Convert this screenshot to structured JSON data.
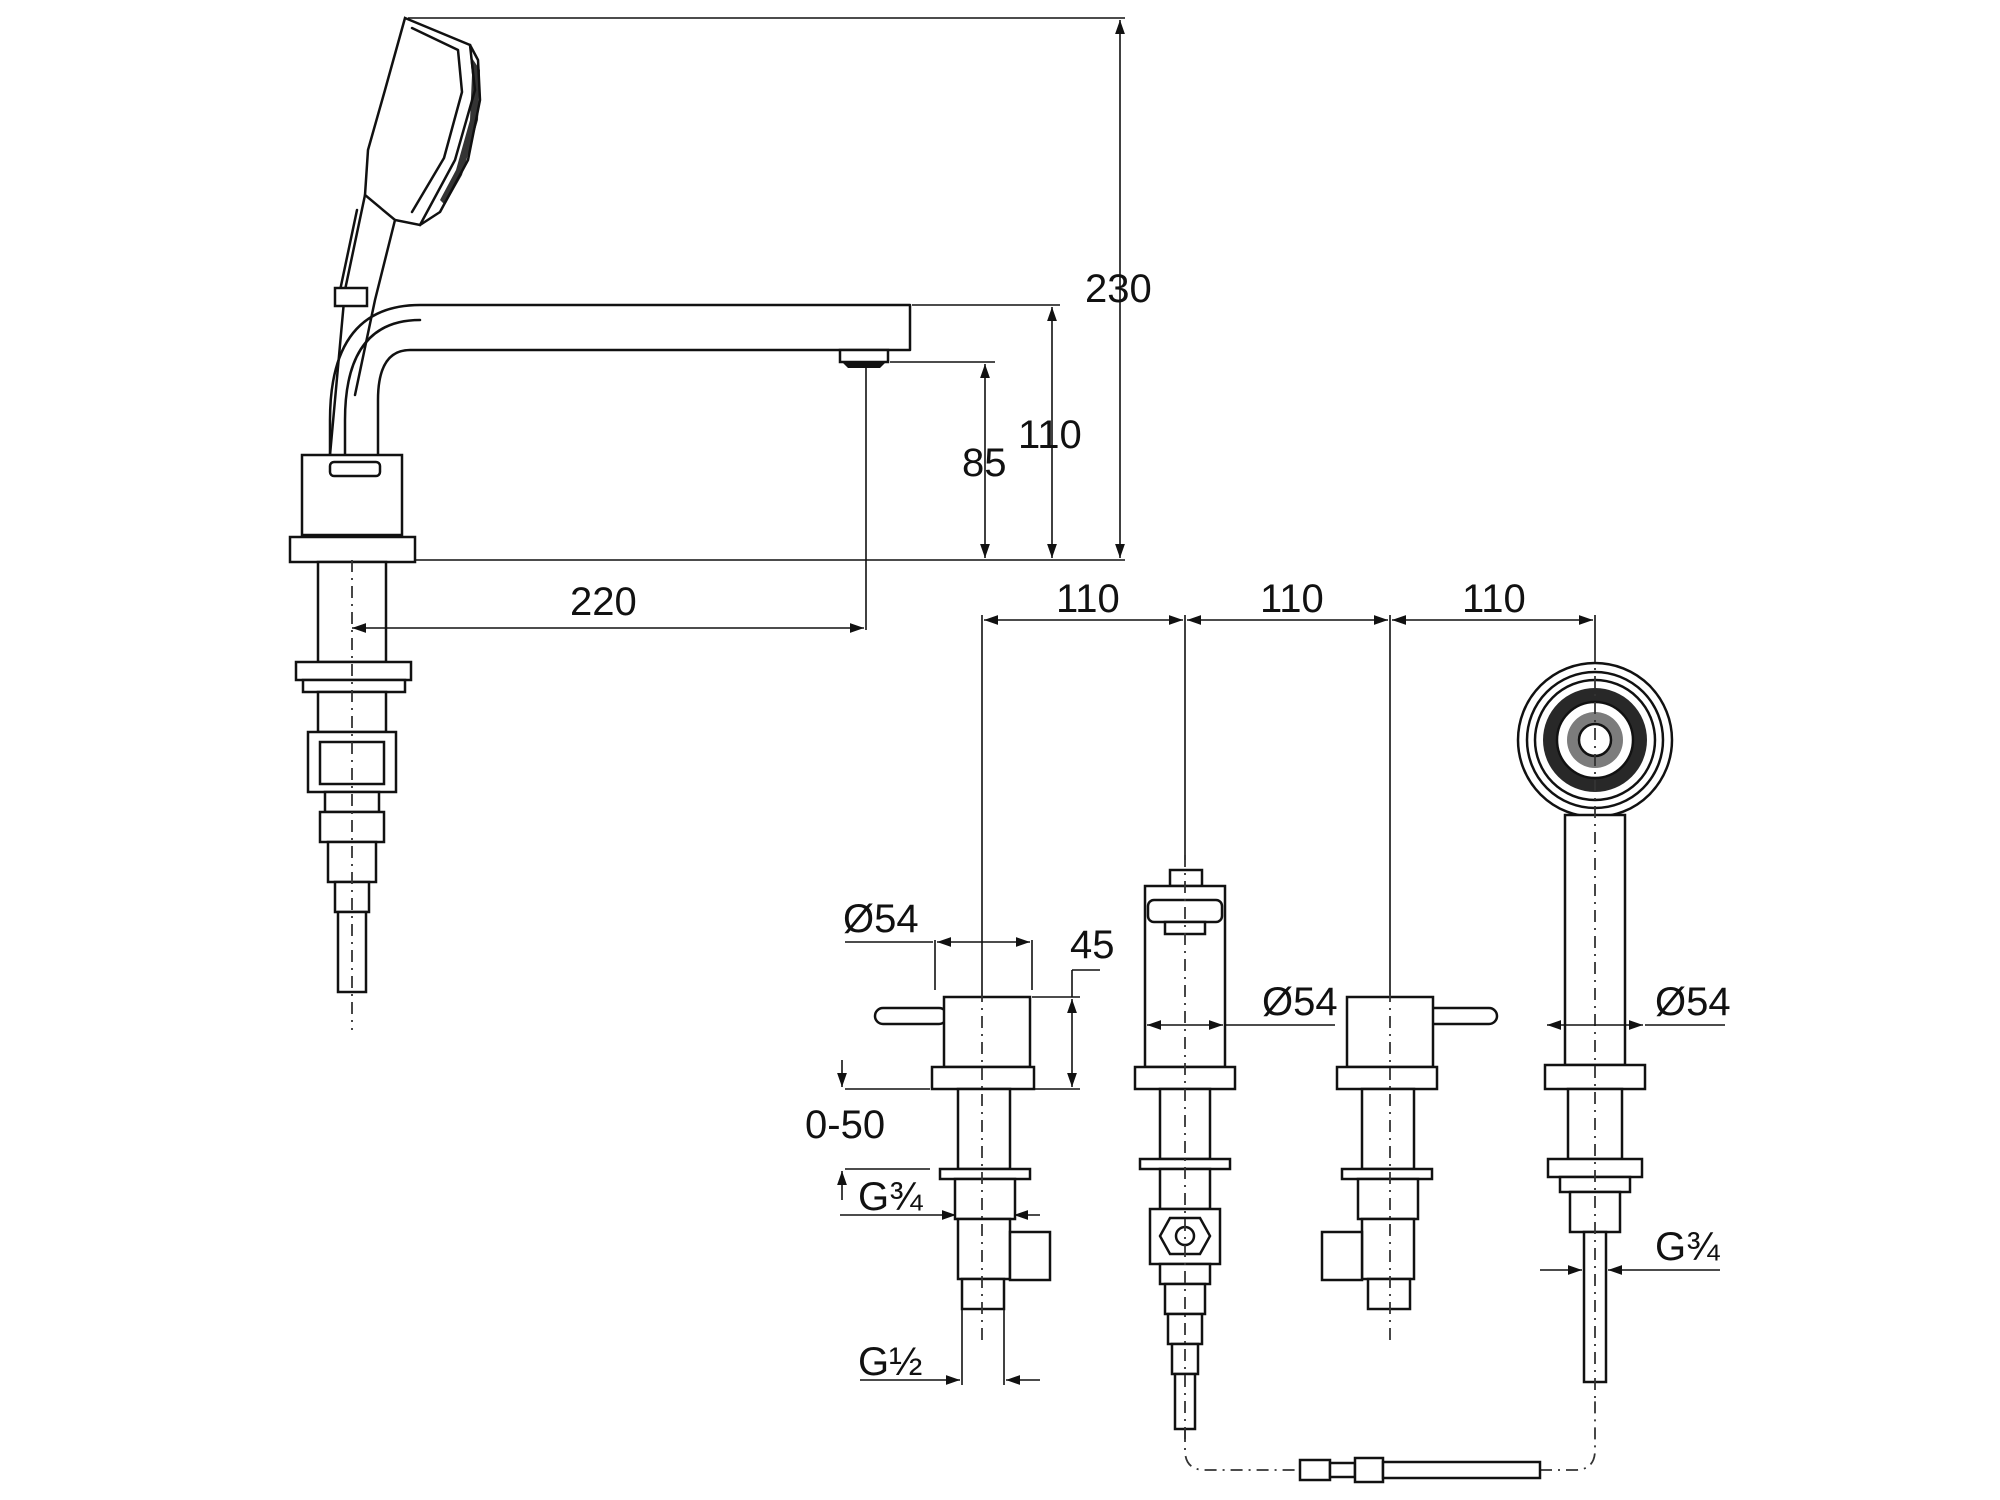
{
  "colors": {
    "line": "#111111",
    "background": "#ffffff"
  },
  "dimensions": {
    "overall_height": "230",
    "spout_height": "110",
    "outlet_height": "85",
    "spout_reach": "220",
    "spacing_1": "110",
    "spacing_2": "110",
    "spacing_3": "110",
    "diameter_valve_left": "Ø54",
    "handle_height": "45",
    "deck_thickness": "0-50",
    "thread_valve_upper": "G¾",
    "thread_valve_lower": "G½",
    "diameter_spout_body": "Ø54",
    "diameter_shower_holder": "Ø54",
    "thread_shower": "G¾"
  }
}
